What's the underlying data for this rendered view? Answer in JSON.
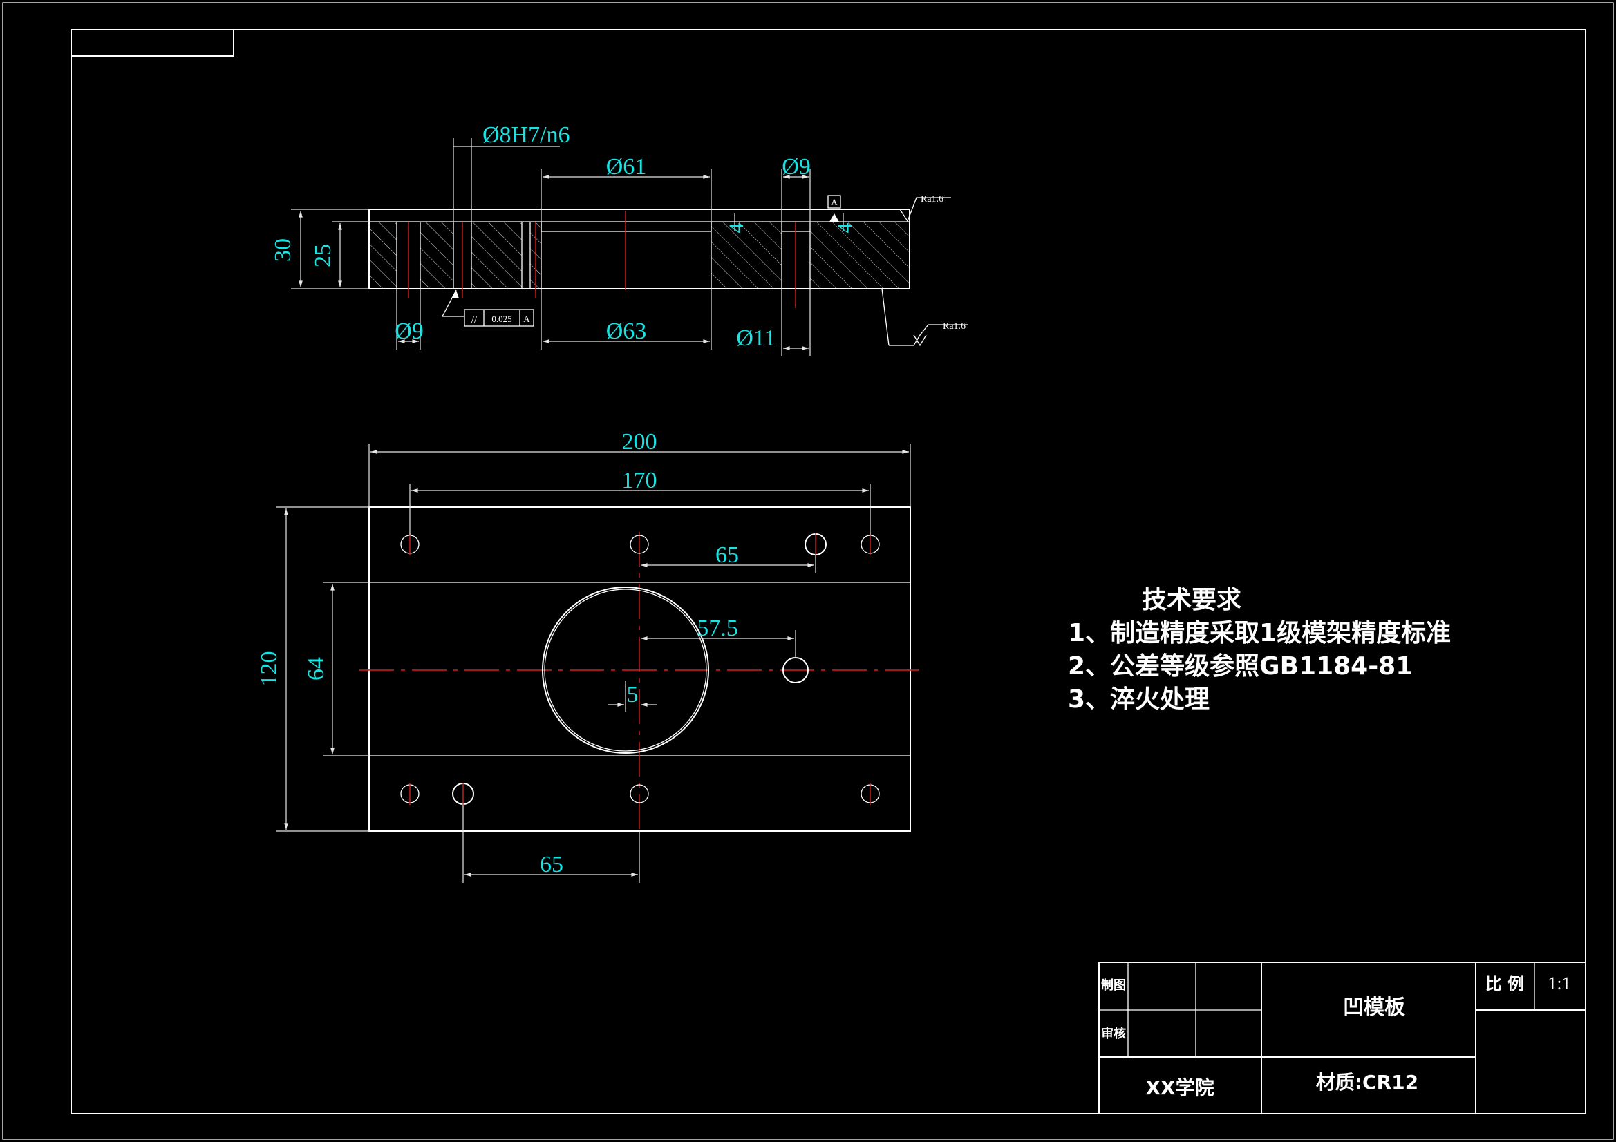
{
  "colors": {
    "background": "#000000",
    "line": "#ffffff",
    "dimension": "#19e3e3",
    "centerline": "#d42020"
  },
  "section_view": {
    "dims": {
      "fit": "Ø8H7/n6",
      "d61": "Ø61",
      "d9_top": "Ø9",
      "h30": "30",
      "h25": "25",
      "d9_bottom": "Ø9",
      "d63": "Ø63",
      "d11": "Ø11",
      "depth4_a": "4",
      "depth4_b": "4"
    },
    "datum": "A",
    "roughness_top": "Ra1.6",
    "roughness_bottom": "Ra1.6",
    "tolerance": {
      "symbol": "//",
      "value": "0.025",
      "datum": "A"
    }
  },
  "plan_view": {
    "dims": {
      "w200": "200",
      "w170": "170",
      "d65_top": "65",
      "d57_5": "57.5",
      "d5": "5",
      "h120": "120",
      "h64": "64",
      "d65_bottom": "65"
    }
  },
  "notes": {
    "title": "技术要求",
    "items": [
      "1、制造精度采取1级模架精度标准",
      "2、公差等级参照GB1184-81",
      "3、淬火处理"
    ]
  },
  "title_block": {
    "drawn_label": "制图",
    "checked_label": "审核",
    "part_name": "凹模板",
    "scale_label": "比 例",
    "scale_value": "1:1",
    "school": "XX学院",
    "material": "材质:CR12"
  }
}
